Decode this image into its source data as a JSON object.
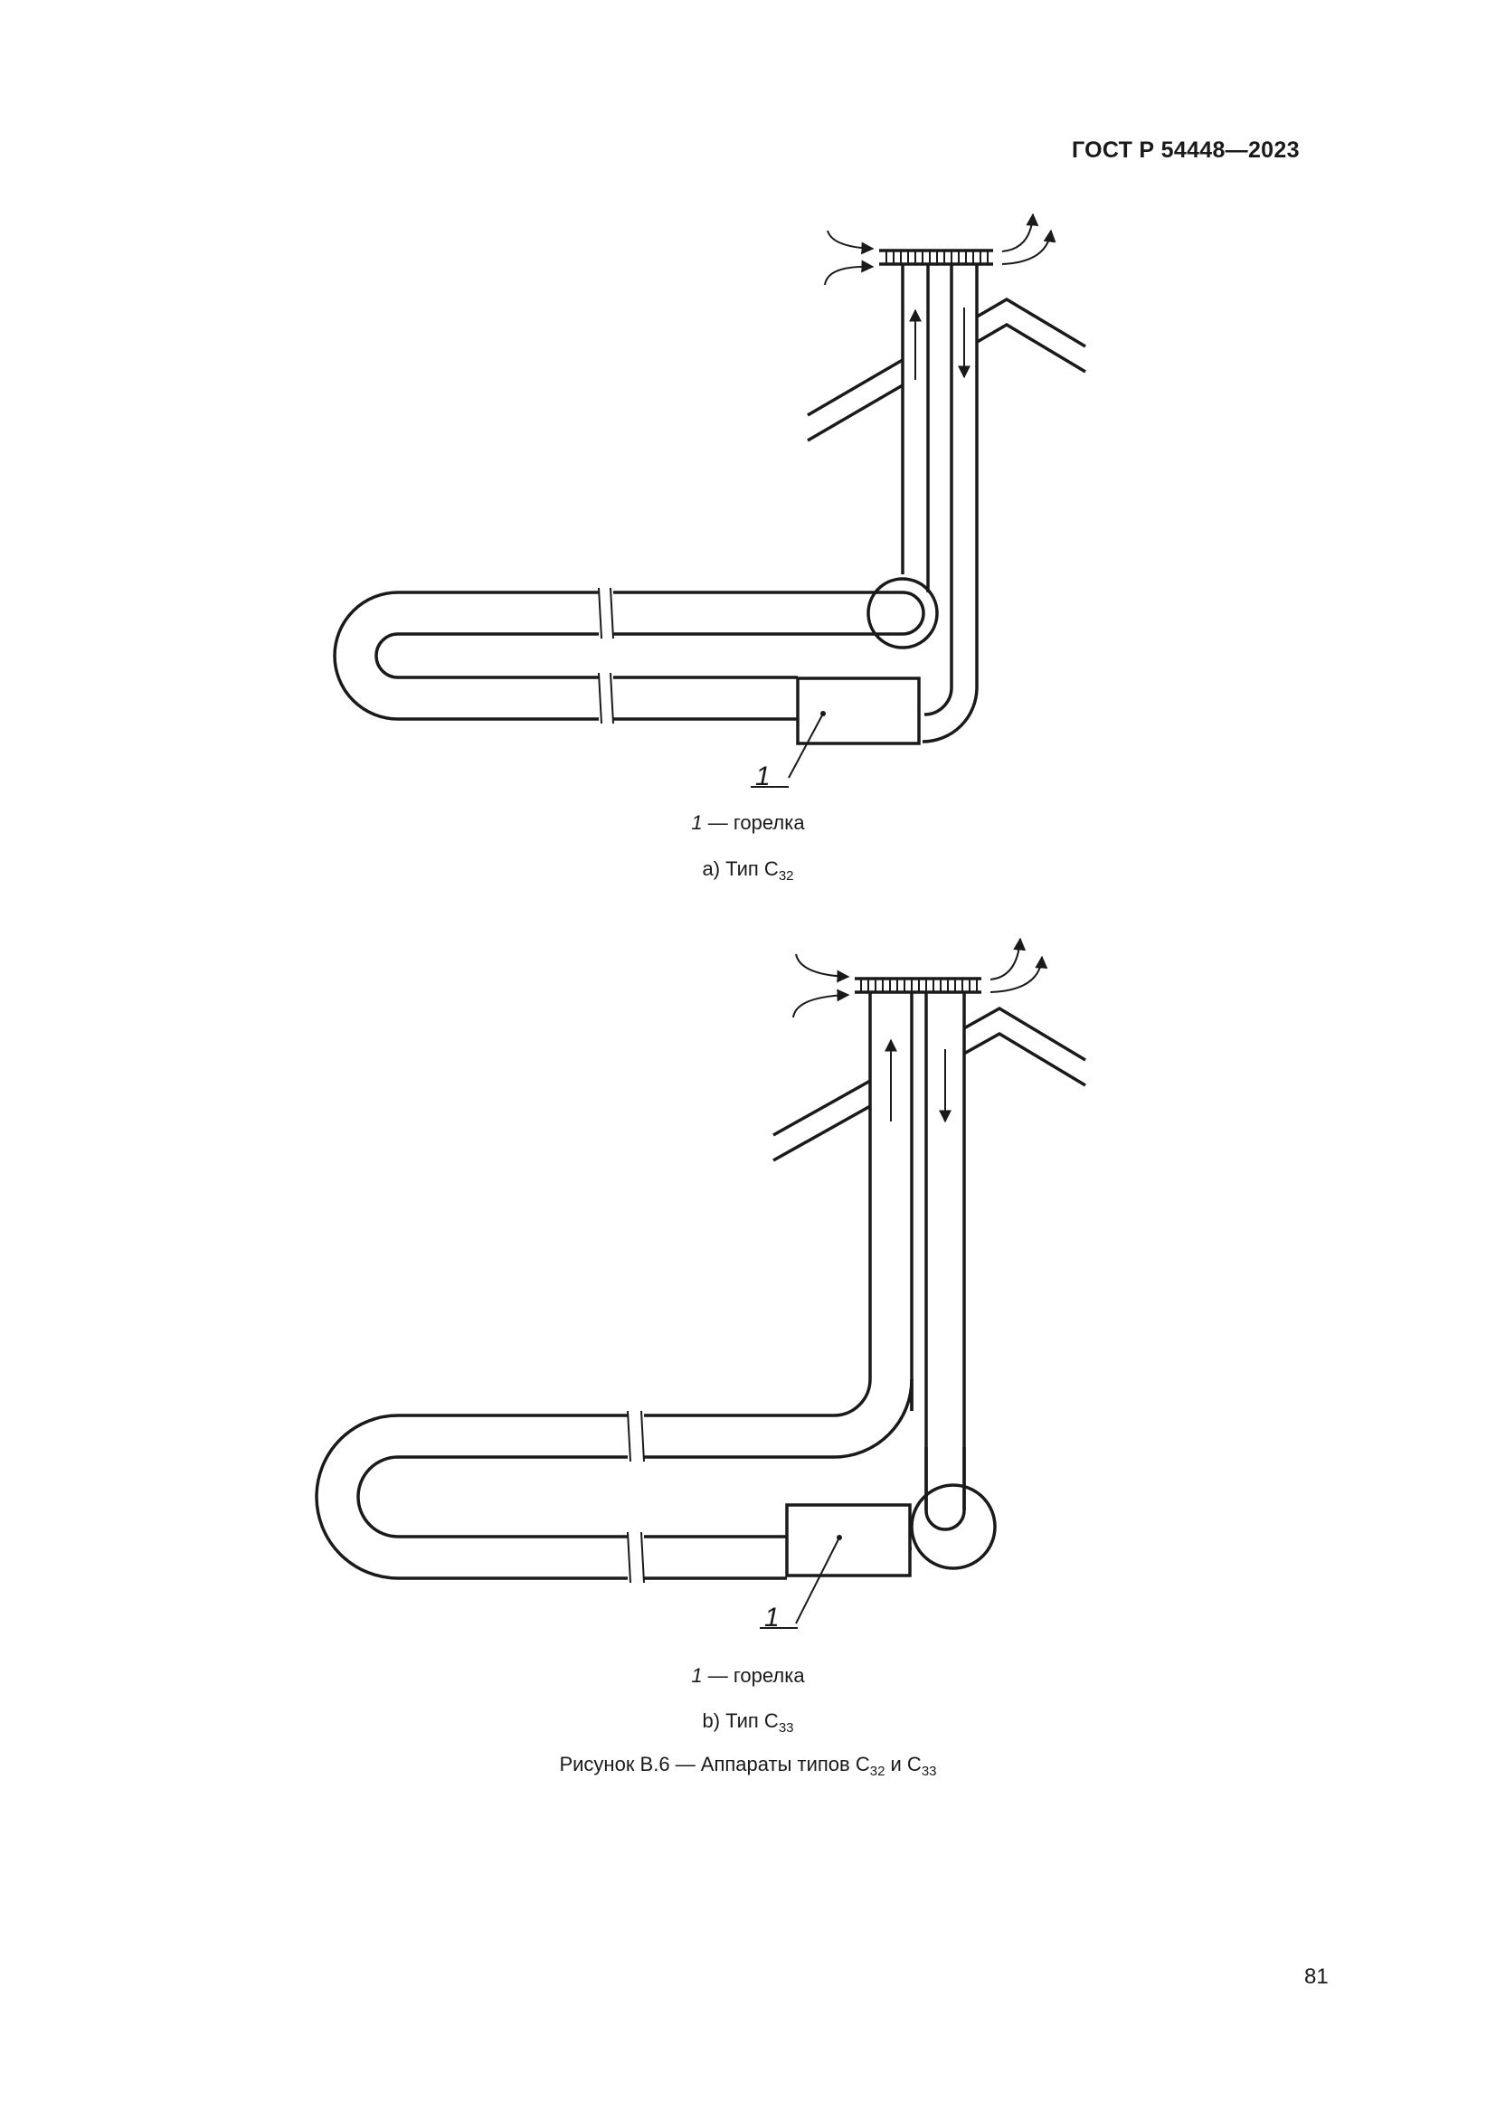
{
  "header": {
    "standard": "ГОСТ Р 54448—2023"
  },
  "figure_a": {
    "callout": "1",
    "legend": {
      "num": "1",
      "text": " — горелка"
    },
    "caption": {
      "prefix": "a)  Тип С",
      "sub": "32"
    }
  },
  "figure_b": {
    "callout": "1",
    "legend": {
      "num": "1",
      "text": " — горелка"
    },
    "caption": {
      "prefix": "b)  Тип С",
      "sub": "33"
    }
  },
  "figure_title": {
    "prefix": "Рисунок В.6 — Аппараты типов С",
    "sub1": "32",
    "mid": " и С",
    "sub2": "33"
  },
  "page_number": "81"
}
